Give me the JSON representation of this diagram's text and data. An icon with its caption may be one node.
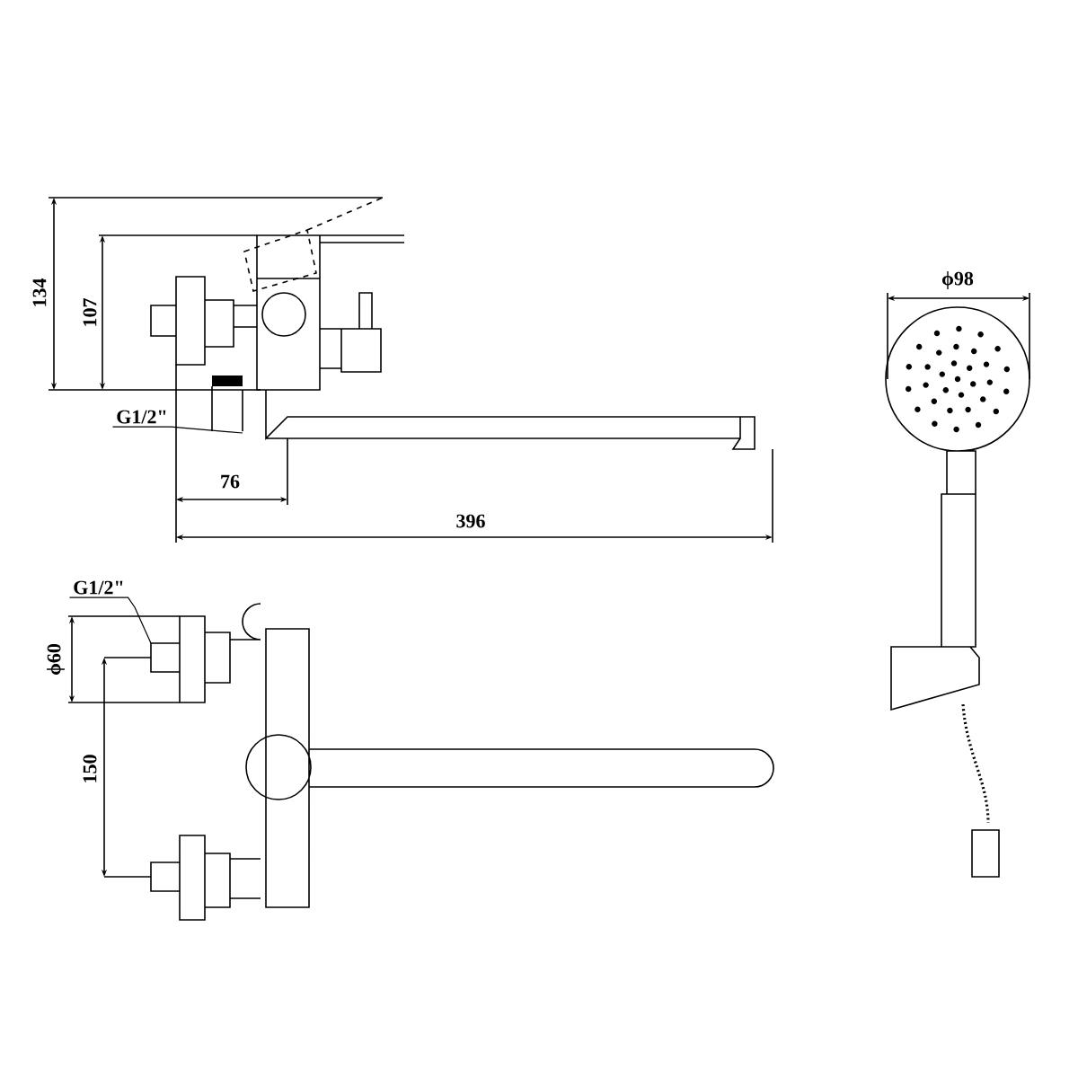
{
  "diagram": {
    "nodes": [
      {
        "text": [
          "G1/2\""
        ]
      },
      {
        "text": [
          "G1/2\""
        ]
      }
    ],
    "edges": [
      {
        "from": 0,
        "to": null,
        "arrow": "none"
      },
      {
        "from": 1,
        "to": null,
        "arrow": "none"
      }
    ],
    "labels": [
      "134",
      "107",
      "76",
      "396",
      "ϕ98",
      "ϕ60",
      "150"
    ]
  }
}
